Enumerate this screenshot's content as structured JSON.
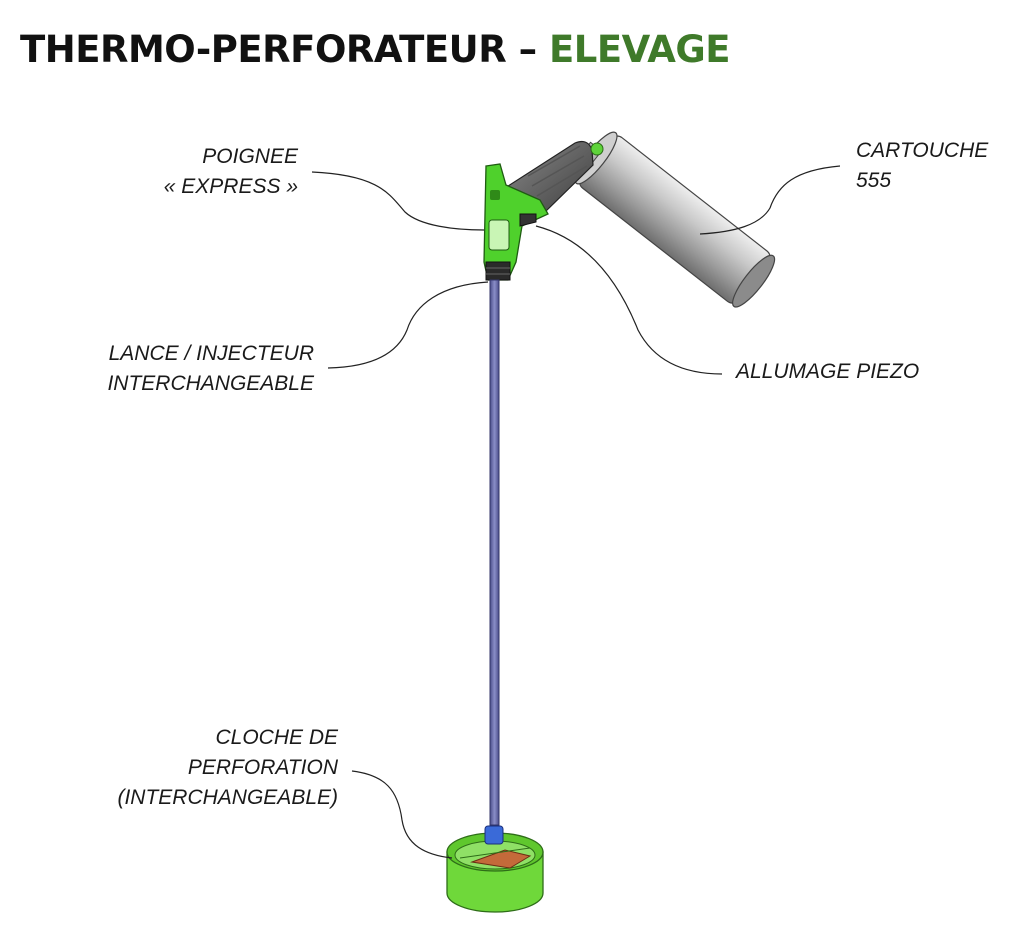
{
  "title": {
    "main": "THERMO-PERFORATEUR – ",
    "accent": "ELEVAGE"
  },
  "labels": {
    "poignee": [
      "POIGNEE",
      "« EXPRESS »"
    ],
    "cartouche": [
      "CARTOUCHE",
      "555"
    ],
    "lance": [
      "LANCE / INJECTEUR",
      "INTERCHANGEABLE"
    ],
    "allumage": [
      "ALLUMAGE PIEZO"
    ],
    "cloche": [
      "CLOCHE DE",
      "PERFORATION",
      "(INTERCHANGEABLE)"
    ]
  },
  "colors": {
    "title_accent": "#3f7a2a",
    "handle_green": "#4fd12c",
    "lance_blue": "#6b6fae",
    "cartridge_grey": "#a9a9a9",
    "bell_green": "#6fd83a"
  }
}
